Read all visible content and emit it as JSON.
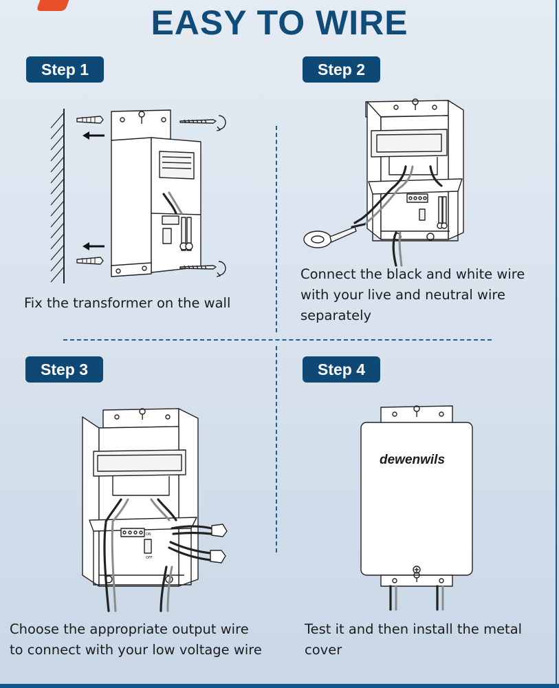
{
  "title": "EASY TO WIRE",
  "steps": [
    {
      "badge": "Step 1",
      "caption_lines": [
        "Fix the transformer on the wall"
      ]
    },
    {
      "badge": "Step 2",
      "caption_lines": [
        "Connect the black and white wire",
        "with your live and neutral wire",
        "separately"
      ]
    },
    {
      "badge": "Step 3",
      "caption_lines": [
        "Choose the appropriate output wire",
        "to connect with your low voltage wire"
      ]
    },
    {
      "badge": "Step 4",
      "caption_lines": [
        "Test it and then install the metal",
        "cover"
      ]
    }
  ],
  "cover_brand": "dewenwils",
  "switch_labels": {
    "on": "ON",
    "off": "OFF"
  },
  "colors": {
    "title": "#0f4c7a",
    "badge": "#0e4874",
    "divider": "#1f5d93",
    "corner_tag": "#e8502a"
  }
}
